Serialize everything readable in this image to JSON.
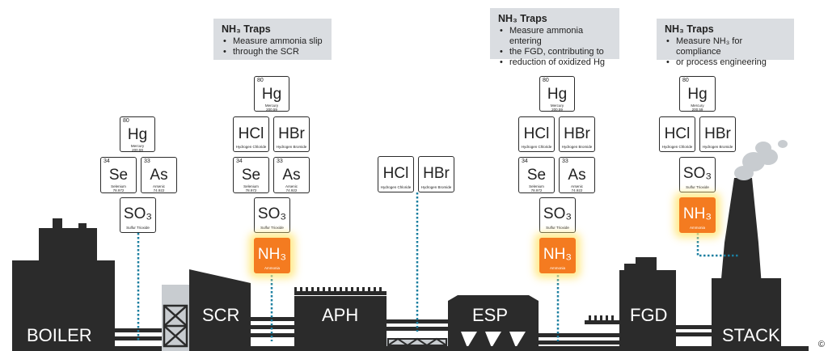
{
  "callouts": [
    {
      "title": "NH₃ Traps",
      "lines": [
        "Measure ammonia slip",
        "through the SCR"
      ]
    },
    {
      "title": "NH₃ Traps",
      "lines": [
        "Measure ammonia entering",
        "the FGD, contributing to",
        "reduction of oxidized Hg"
      ]
    },
    {
      "title": "NH₃ Traps",
      "lines": [
        "Measure NH₃ for compliance",
        "or process engineering"
      ]
    }
  ],
  "elements": {
    "hg": {
      "symbol": "Hg",
      "number": "80",
      "name": "Mercury",
      "weight": "200.59"
    },
    "se": {
      "symbol": "Se",
      "number": "34",
      "name": "Selenium",
      "weight": "78.972"
    },
    "as": {
      "symbol": "As",
      "number": "33",
      "name": "Arsenic",
      "weight": "74.922"
    },
    "so3": {
      "symbol": "SO₃",
      "name": "Sulfur Trioxide"
    },
    "hcl": {
      "symbol": "HCl",
      "name": "Hydrogen Chloride"
    },
    "hbr": {
      "symbol": "HBr",
      "name": "Hydrogen Bromide"
    },
    "nh3": {
      "symbol": "NH₃",
      "name": "Ammonia"
    }
  },
  "units": {
    "boiler": "BOILER",
    "scr": "SCR",
    "aph": "APH",
    "esp": "ESP",
    "fgd": "FGD",
    "stack": "STACK"
  },
  "copyright": "©",
  "colors": {
    "silhouette": "#2b2b2b",
    "duct_light": "#c8ccd0",
    "ammonia": "#f47b20",
    "glow": "#ffe678",
    "dotted_line": "#1b7fa0",
    "callout_bg": "#dadde1"
  }
}
